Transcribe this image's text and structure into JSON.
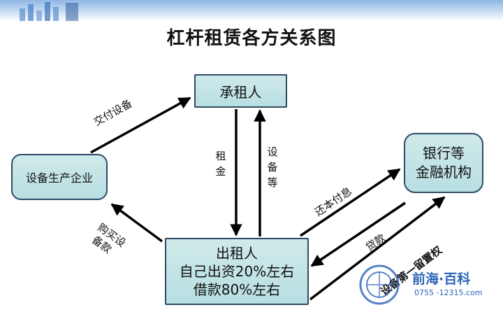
{
  "title": "杠杆租赁各方关系图",
  "nodes": {
    "lessee": "承租人",
    "maker": "设备生产企业",
    "bank_line1": "银行等",
    "bank_line2": "金融机构",
    "lessor_line1": "出租人",
    "lessor_line2": "自己出资20%左右",
    "lessor_line3": "借款80%左右"
  },
  "edges": {
    "deliver": "交付设备",
    "rent": [
      "租",
      "金"
    ],
    "equipment": [
      "设",
      "备",
      "等"
    ],
    "purchase_line1": "购买设",
    "purchase_line2": "备款",
    "repay": "还本付息",
    "loan": "贷款",
    "lien": "设备第一留置权"
  },
  "watermark": {
    "name": "前海·百科",
    "phone": "0755 -12315.com"
  },
  "colors": {
    "box_fill": "#c3e3e5",
    "box_border": "#2f4a66",
    "arrow": "#000000",
    "logo": "#2c64b8"
  }
}
